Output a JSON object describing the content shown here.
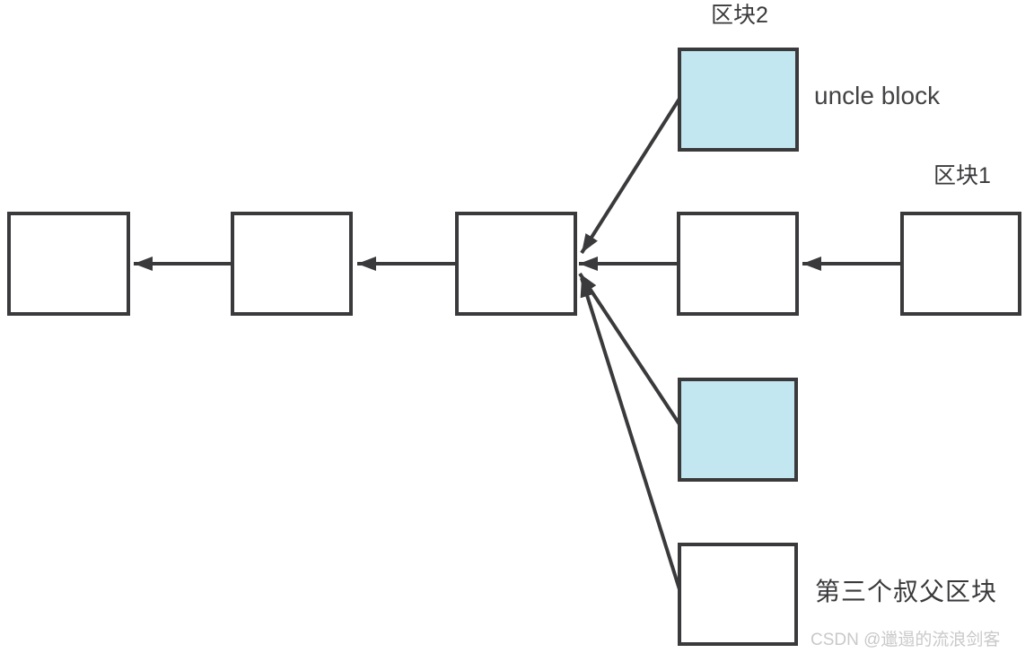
{
  "diagram": {
    "type": "blockchain-uncle-blocks-diagram",
    "labels": {
      "block2": "区块2",
      "uncle_block": "uncle block",
      "block1": "区块1",
      "third_uncle_block": "第三个叔父区块"
    },
    "watermark": "CSDN @邋遢的流浪剑客",
    "colors": {
      "line": "#3a3a3c",
      "block_border": "#3a3a3c",
      "uncle_fill": "#c2e7f0",
      "main_fill": "#ffffff",
      "label_text": "#3a3a3c",
      "watermark_text": "#c9c9c9"
    },
    "nodes": [
      {
        "id": "main-1",
        "type": "main-chain",
        "fill": "white"
      },
      {
        "id": "main-2",
        "type": "main-chain",
        "fill": "white"
      },
      {
        "id": "main-3",
        "type": "main-chain",
        "fill": "white"
      },
      {
        "id": "main-4",
        "type": "main-chain",
        "fill": "white"
      },
      {
        "id": "main-5",
        "type": "main-chain",
        "fill": "white",
        "label": "区块1"
      },
      {
        "id": "uncle-top",
        "type": "uncle-block",
        "fill": "blue",
        "label": "区块2"
      },
      {
        "id": "uncle-middle",
        "type": "uncle-block",
        "fill": "blue"
      },
      {
        "id": "uncle-bottom",
        "type": "uncle-block",
        "fill": "white",
        "label": "第三个叔父区块"
      }
    ],
    "edges": [
      {
        "from": "main-2",
        "to": "main-1"
      },
      {
        "from": "main-3",
        "to": "main-2"
      },
      {
        "from": "main-4",
        "to": "main-3"
      },
      {
        "from": "main-5",
        "to": "main-4"
      },
      {
        "from": "uncle-top",
        "to": "main-3"
      },
      {
        "from": "uncle-middle",
        "to": "main-3"
      },
      {
        "from": "uncle-bottom",
        "to": "main-3"
      }
    ]
  }
}
